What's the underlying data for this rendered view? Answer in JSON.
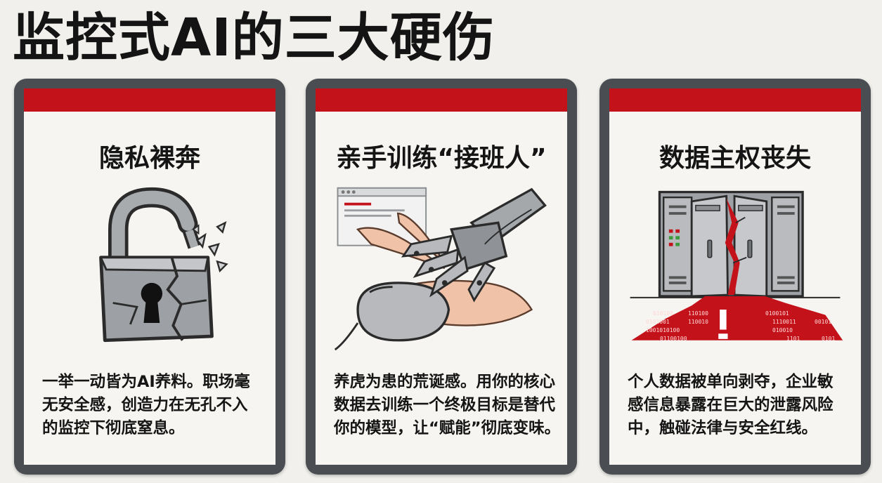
{
  "title": "监控式AI的三大硬伤",
  "cards": [
    {
      "heading": "隐私裸奔",
      "icon": "broken-padlock-icon",
      "body_lines": [
        "一举一动皆为AI养料。职场毫",
        "无安全感，创造力在无孔不入",
        "的监控下彻底窒息。"
      ]
    },
    {
      "heading": "亲手训练“接班人”",
      "icon": "robot-hand-on-mouse-icon",
      "body_lines": [
        "养虎为患的荒诞感。用你的核心",
        "数据去训练一个终极目标是替代",
        "你的模型，让“赋能”彻底变味。"
      ]
    },
    {
      "heading": "数据主权丧失",
      "icon": "leaking-server-icon",
      "binary_text": [
        "010100",
        "110100",
        "0100101",
        "0101001",
        "110010",
        "1110011",
        "00101",
        "1001010100",
        "010010",
        "01100100",
        "1101",
        "0101"
      ],
      "body_lines": [
        "个人数据被单向剥夺，企业敏",
        "感信息暴露在巨大的泄露风险",
        "中，触碰法律与安全红线。"
      ]
    }
  ],
  "colors": {
    "accent_red": "#c3121a",
    "frame_gray": "#4a4d51",
    "panel_bg": "#f6f5f1",
    "text": "#151515"
  }
}
